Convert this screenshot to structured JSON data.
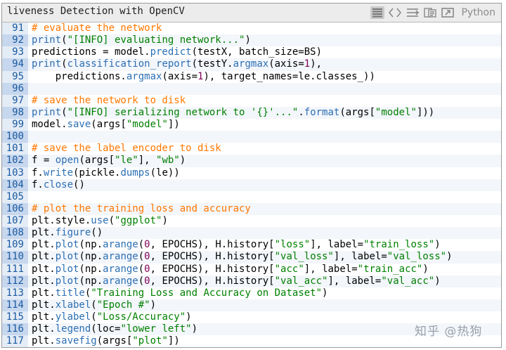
{
  "window": {
    "title": "liveness Detection with OpenCV",
    "language": "Python"
  },
  "toolbar": {
    "icons": [
      "view-source-icon",
      "code-icon",
      "wrap-icon",
      "copy-icon",
      "popup-icon"
    ]
  },
  "colors": {
    "comment": "#ff7700",
    "function": "#2c6fb3",
    "string": "#008000",
    "number": "#7f0055",
    "line_number": "#1a5aa0"
  },
  "code": {
    "lines": [
      {
        "no": "91",
        "text": "# evaluate the network"
      },
      {
        "no": "92",
        "text": "print(\"[INFO] evaluating network...\")"
      },
      {
        "no": "93",
        "text": "predictions = model.predict(testX, batch_size=BS)"
      },
      {
        "no": "94",
        "text": "print(classification_report(testY.argmax(axis=1),"
      },
      {
        "no": "95",
        "text": "    predictions.argmax(axis=1), target_names=le.classes_))"
      },
      {
        "no": "96",
        "text": ""
      },
      {
        "no": "97",
        "text": "# save the network to disk"
      },
      {
        "no": "98",
        "text": "print(\"[INFO] serializing network to '{}'...\".format(args[\"model\"]))"
      },
      {
        "no": "99",
        "text": "model.save(args[\"model\"])"
      },
      {
        "no": "100",
        "text": ""
      },
      {
        "no": "101",
        "text": "# save the label encoder to disk"
      },
      {
        "no": "102",
        "text": "f = open(args[\"le\"], \"wb\")"
      },
      {
        "no": "103",
        "text": "f.write(pickle.dumps(le))"
      },
      {
        "no": "104",
        "text": "f.close()"
      },
      {
        "no": "105",
        "text": ""
      },
      {
        "no": "106",
        "text": "# plot the training loss and accuracy"
      },
      {
        "no": "107",
        "text": "plt.style.use(\"ggplot\")"
      },
      {
        "no": "108",
        "text": "plt.figure()"
      },
      {
        "no": "109",
        "text": "plt.plot(np.arange(0, EPOCHS), H.history[\"loss\"], label=\"train_loss\")"
      },
      {
        "no": "110",
        "text": "plt.plot(np.arange(0, EPOCHS), H.history[\"val_loss\"], label=\"val_loss\")"
      },
      {
        "no": "111",
        "text": "plt.plot(np.arange(0, EPOCHS), H.history[\"acc\"], label=\"train_acc\")"
      },
      {
        "no": "112",
        "text": "plt.plot(np.arange(0, EPOCHS), H.history[\"val_acc\"], label=\"val_acc\")"
      },
      {
        "no": "113",
        "text": "plt.title(\"Training Loss and Accuracy on Dataset\")"
      },
      {
        "no": "114",
        "text": "plt.xlabel(\"Epoch #\")"
      },
      {
        "no": "115",
        "text": "plt.ylabel(\"Loss/Accuracy\")"
      },
      {
        "no": "116",
        "text": "plt.legend(loc=\"lower left\")"
      },
      {
        "no": "117",
        "text": "plt.savefig(args[\"plot\"])"
      }
    ],
    "highlighted": [
      "92",
      "94",
      "96",
      "98",
      "100",
      "102",
      "104",
      "106",
      "108",
      "110",
      "112",
      "114",
      "116"
    ]
  },
  "watermark": "知乎 @热狗"
}
